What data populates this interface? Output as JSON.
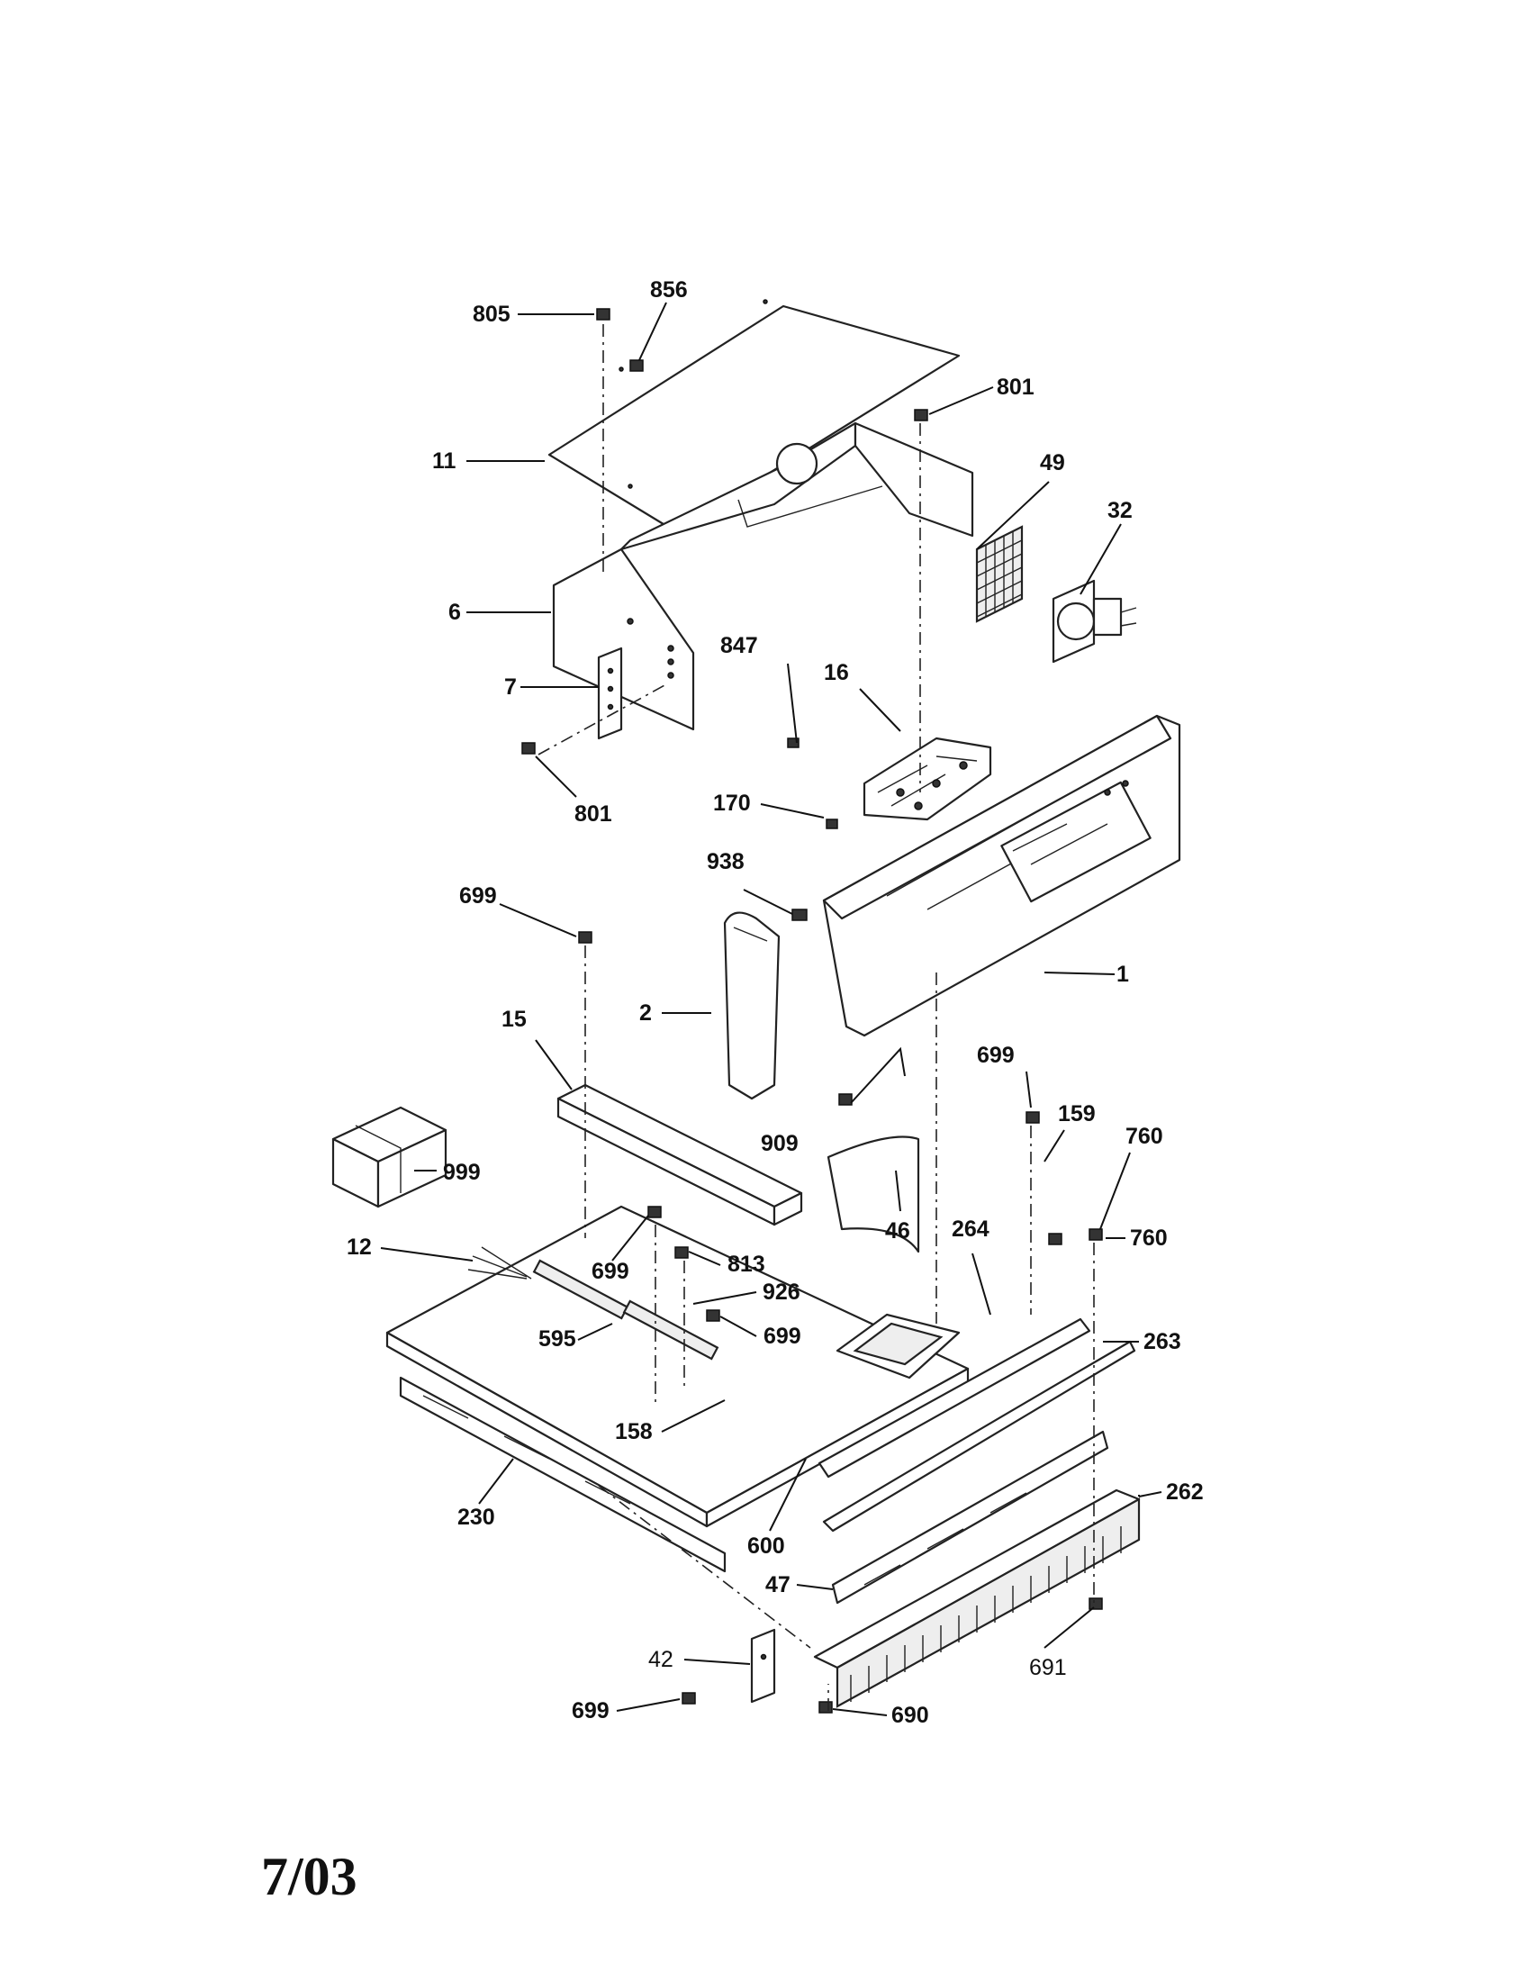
{
  "date_stamp": "7/03",
  "labels": {
    "p805": "805",
    "p856": "856",
    "p801a": "801",
    "p11": "11",
    "p49": "49",
    "p32": "32",
    "p6": "6",
    "p847": "847",
    "p16": "16",
    "p7": "7",
    "p801b": "801",
    "p170": "170",
    "p938": "938",
    "p699a": "699",
    "p1": "1",
    "p2": "2",
    "p15": "15",
    "p699b": "699",
    "p909": "909",
    "p159": "159",
    "p760a": "760",
    "p999": "999",
    "p46": "46",
    "p264": "264",
    "p760b": "760",
    "p12": "12",
    "p699c": "699",
    "p813": "813",
    "p926": "926",
    "p595": "595",
    "p699d": "699",
    "p263": "263",
    "p158": "158",
    "p230": "230",
    "p600": "600",
    "p262": "262",
    "p47": "47",
    "p42": "42",
    "p691": "691",
    "p699e": "699",
    "p690": "690"
  }
}
